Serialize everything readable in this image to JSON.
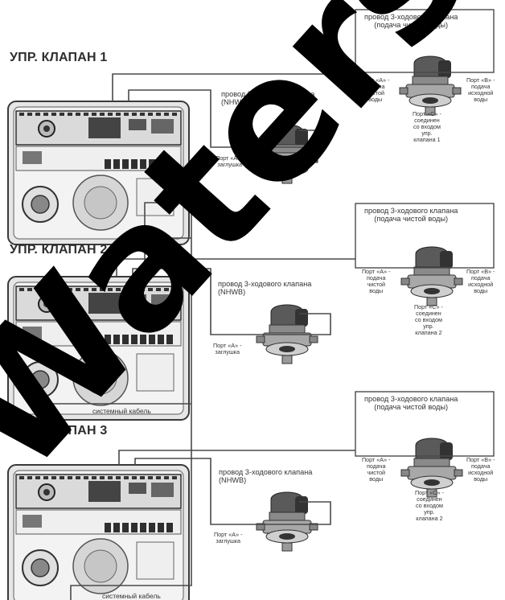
{
  "watermark": "Waters",
  "controllers": [
    {
      "title": "УПР. КЛАПАН 1",
      "valve_top_label": [
        "провод 3-ходового клапана",
        "(подача чистой воды)"
      ],
      "port_a_top": [
        "Порт «А» -",
        "подача",
        "чистой",
        "воды"
      ],
      "port_b_top": [
        "Порт «В» -",
        "подача",
        "исходной",
        "воды"
      ],
      "port_c_top": [
        "Порт «С» -",
        "соединен",
        "со входом",
        "упр.",
        "клапана 1"
      ],
      "valve_nhwb_label": [
        "провод 3-ходового клапана",
        "(NHWB)"
      ],
      "port_a_nhwb": [
        "Порт «А» -",
        "заглушка"
      ],
      "cable_label": ""
    },
    {
      "title": "УПР. КЛАПАН 2",
      "valve_top_label": [
        "провод 3-ходового клапана",
        "(подача чистой воды)"
      ],
      "port_a_top": [
        "Порт «А» -",
        "подача",
        "чистой",
        "воды"
      ],
      "port_b_top": [
        "Порт «В» -",
        "подача",
        "исходной",
        "воды"
      ],
      "port_c_top": [
        "Порт «С» -",
        "соединен",
        "со входом",
        "упр.",
        "клапана 2"
      ],
      "valve_nhwb_label": [
        "провод 3-ходового клапана",
        "(NHWB)"
      ],
      "port_a_nhwb": [
        "Порт «А» -",
        "заглушка"
      ],
      "cable_label": "системный кабель"
    },
    {
      "title": "УПР. КЛАПАН 3",
      "valve_top_label": [
        "провод 3-ходового клапана",
        "(подача чистой воды)"
      ],
      "port_a_top": [
        "Порт «А» -",
        "подача",
        "чистой",
        "воды"
      ],
      "port_b_top": [
        "Порт «В» -",
        "подача",
        "исходной",
        "воды"
      ],
      "port_c_top": [
        "Порт «С» -",
        "соединен",
        "со входом",
        "упр.",
        "клапана 2"
      ],
      "valve_nhwb_label": [
        "провод 3-ходового клапана",
        "(NHWB)"
      ],
      "port_a_nhwb": [
        "Порт «А» -",
        "заглушка"
      ],
      "cable_label": "системный кабель"
    }
  ],
  "colors": {
    "line": "#4a4a4a",
    "watermark": "#000000",
    "text": "#2e2e2e"
  }
}
